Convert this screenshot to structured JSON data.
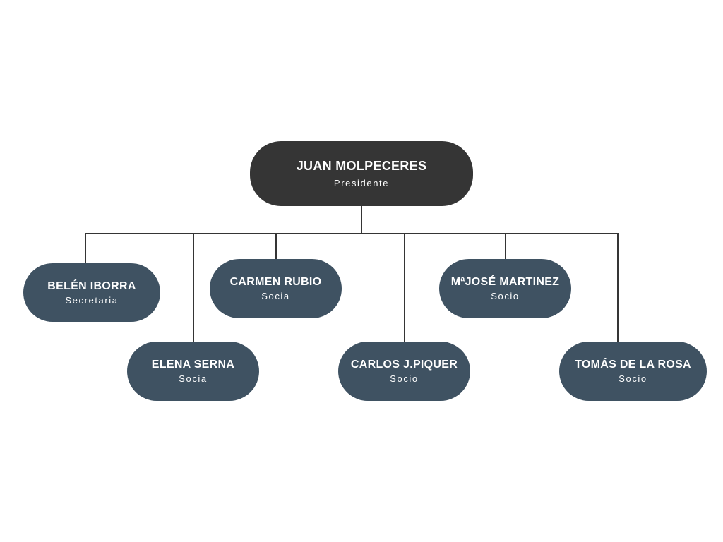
{
  "colors": {
    "root_fill": "#353535",
    "member_fill": "#3f5262",
    "line": "#353535",
    "text": "#ffffff"
  },
  "root": {
    "name": "JUAN MOLPECERES",
    "role": "Presidente"
  },
  "members": [
    {
      "name": "BELÉN IBORRA",
      "role": "Secretaria"
    },
    {
      "name": "ELENA SERNA",
      "role": "Socia"
    },
    {
      "name": "CARMEN RUBIO",
      "role": "Socia"
    },
    {
      "name": "CARLOS J.PIQUER",
      "role": "Socio"
    },
    {
      "name": "MªJOSÉ MARTINEZ",
      "role": "Socio"
    },
    {
      "name": "TOMÁS DE LA ROSA",
      "role": "Socio"
    }
  ]
}
